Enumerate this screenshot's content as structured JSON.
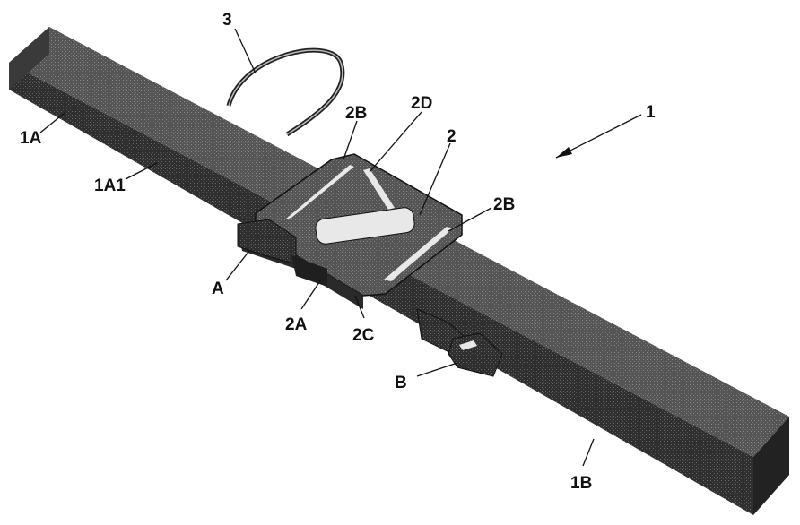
{
  "figure": {
    "background": "#ffffff",
    "strap_color": "#2b2b2b",
    "strap_top_color": "#4a4a4a",
    "strap_side_color": "#1c1c1c",
    "buckle_color": "#3a3a3a",
    "highlight_color": "#e8e8e8"
  },
  "labels": {
    "l3": "3",
    "l2B_top": "2B",
    "l2D": "2D",
    "l1": "1",
    "l2": "2",
    "l1A": "1A",
    "l1A1": "1A1",
    "l2B_right": "2B",
    "lA": "A",
    "l2A": "2A",
    "l2C": "2C",
    "lB": "B",
    "l1B": "1B"
  }
}
